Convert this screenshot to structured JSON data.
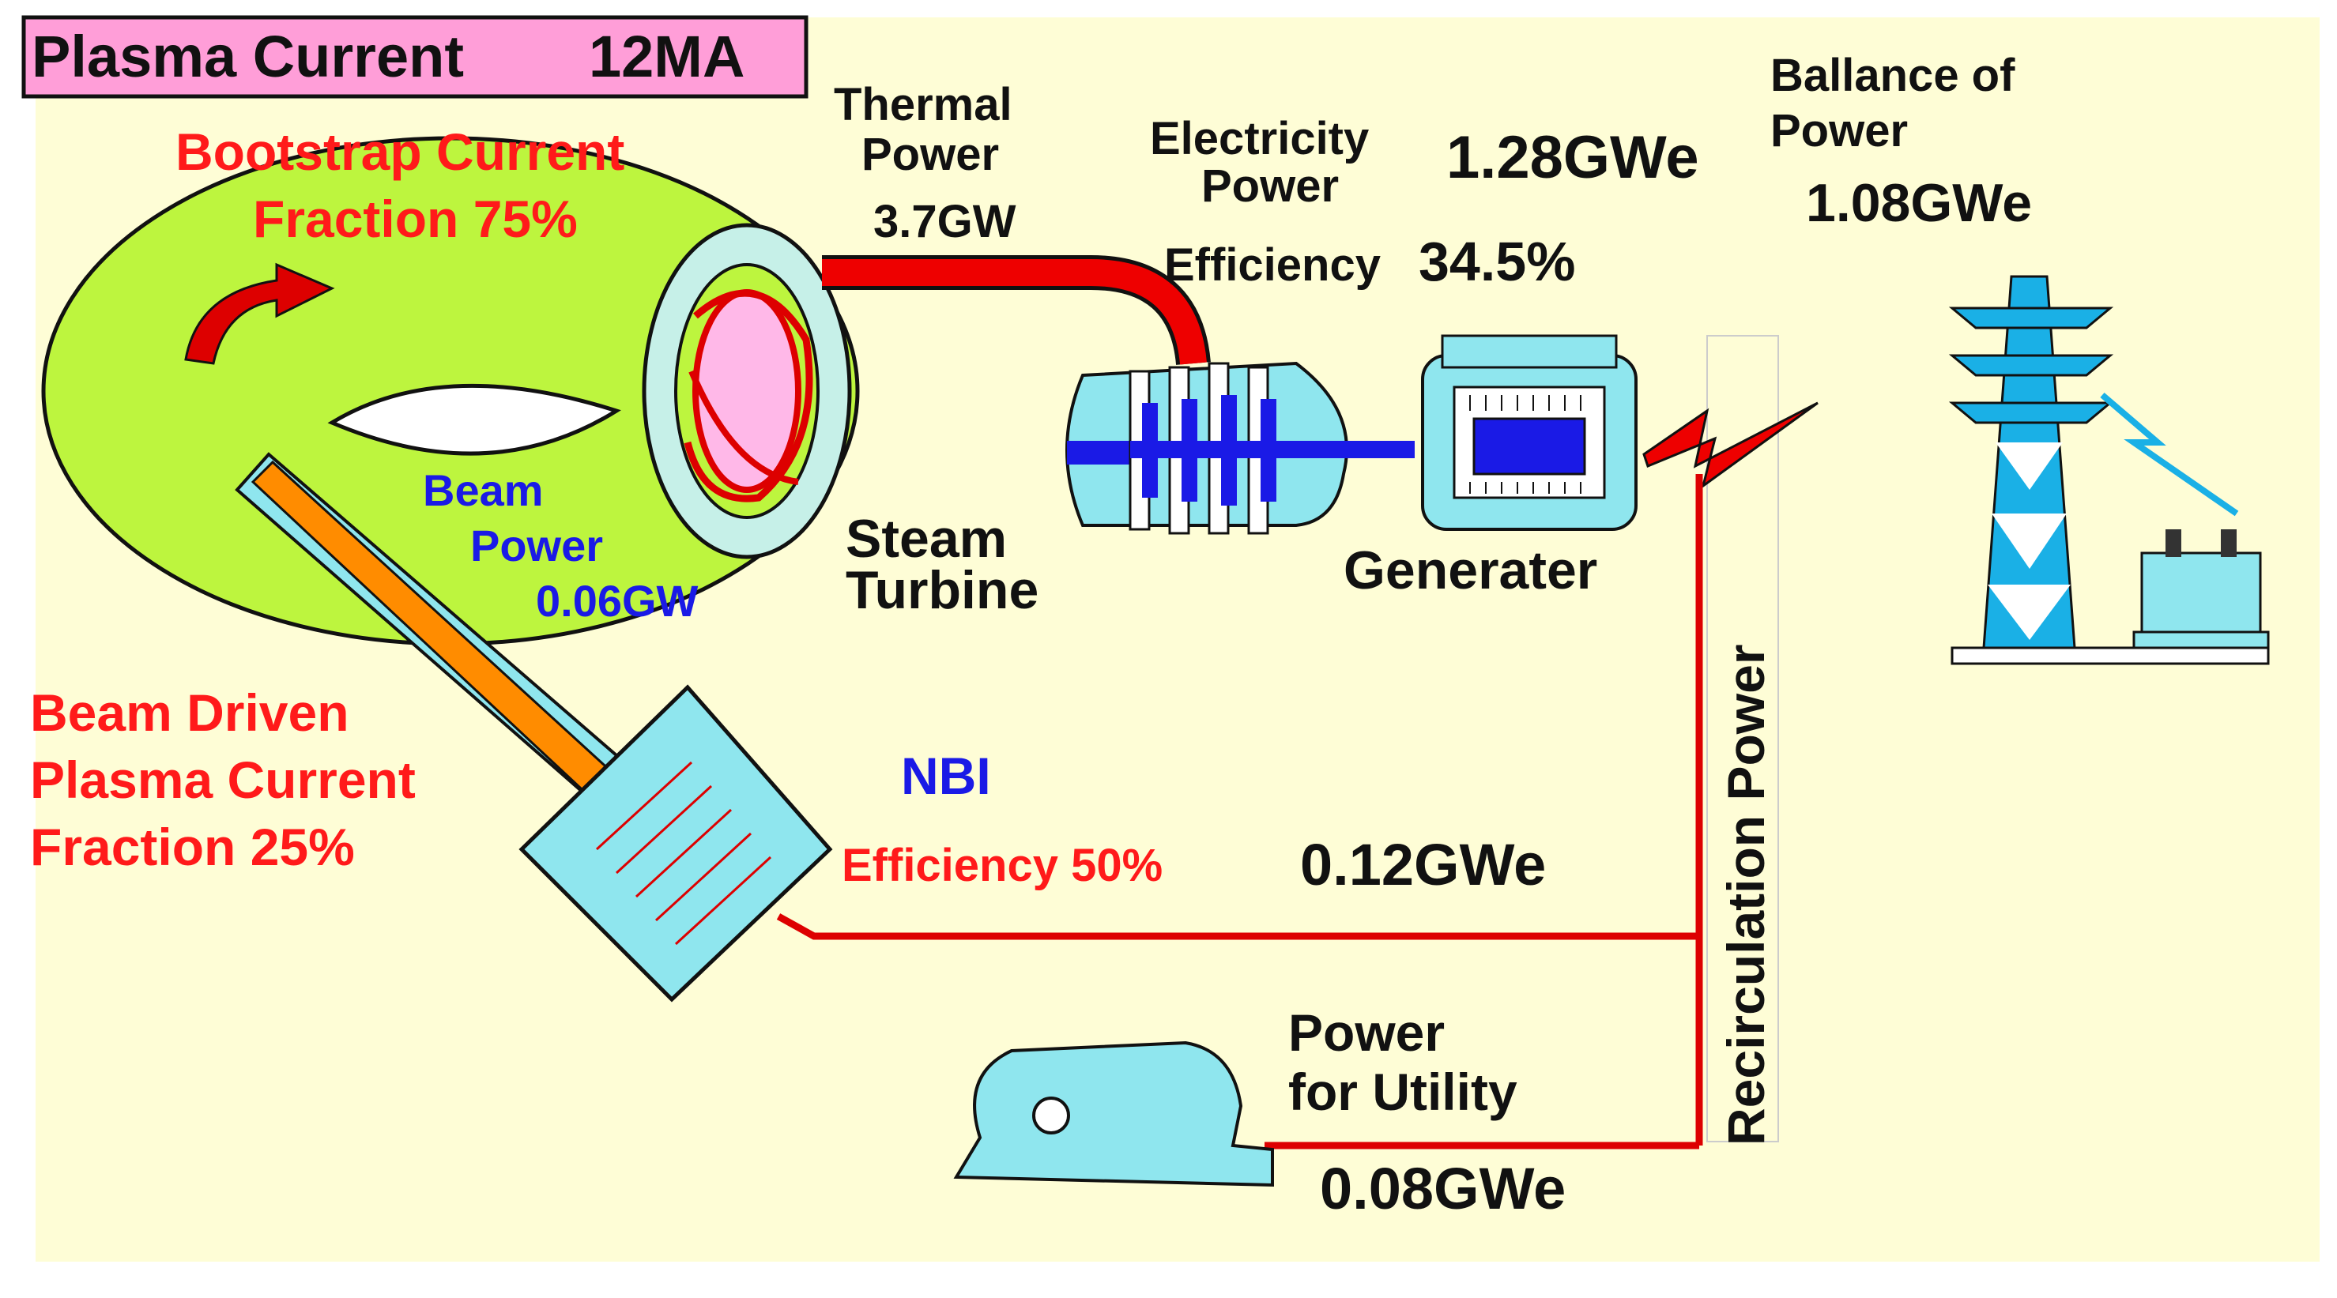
{
  "header": {
    "title": "Plasma Current",
    "value": "12MA"
  },
  "bootstrap": {
    "line1": "Bootstrap Current",
    "line2": "Fraction 75%"
  },
  "beam_power": {
    "line1": "Beam",
    "line2": "Power",
    "value": "0.06GW"
  },
  "beam_driven": {
    "line1": "Beam Driven",
    "line2": "Plasma Current",
    "line3": "Fraction 25%"
  },
  "thermal": {
    "line1": "Thermal",
    "line2": "Power",
    "value": "3.7GW"
  },
  "electricity": {
    "line1": "Electricity",
    "line2": "Power",
    "value": "1.28GWe"
  },
  "efficiency_gen": {
    "label": "Efficiency",
    "value": "34.5%"
  },
  "balance": {
    "line1": "Ballance of",
    "line2": "Power",
    "value": "1.08GWe"
  },
  "steam_turbine": {
    "line1": "Steam",
    "line2": "Turbine"
  },
  "generator": {
    "label": "Generater"
  },
  "nbi": {
    "label": "NBI",
    "efficiency": "Efficiency 50%",
    "power": "0.12GWe"
  },
  "recirculation": {
    "label": "Recirculation Power"
  },
  "utility": {
    "line1": "Power",
    "line2": "for Utility",
    "value": "0.08GWe"
  },
  "colors": {
    "background": "#fefdd6",
    "torus": "#bdf53e",
    "plasma_pink": "#ffb8e8",
    "equipment": "#8fe6ee",
    "line_red": "#dd0000",
    "text_red": "#ff1a1a",
    "text_blue": "#1a1ae6",
    "header_bg": "#ff9ed8"
  }
}
